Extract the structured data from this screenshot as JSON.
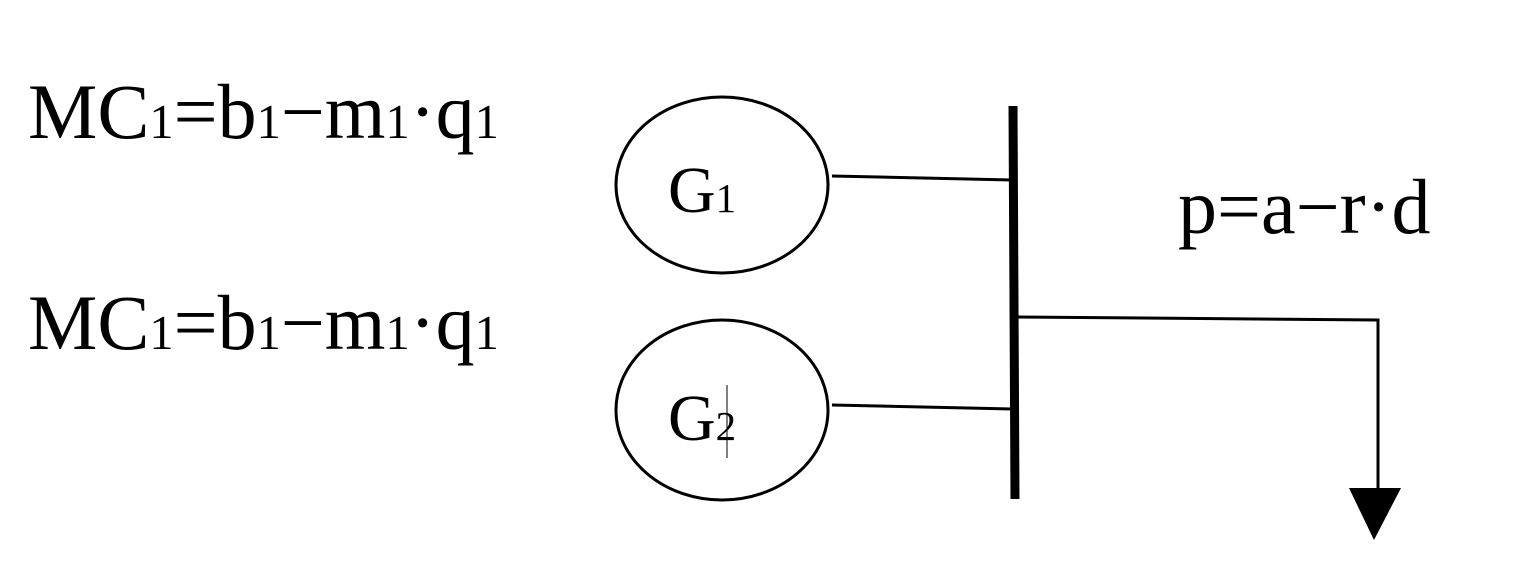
{
  "equations": {
    "mc_top": {
      "main1": "MC",
      "sub1": "1",
      "main2": "=b",
      "sub2": "1",
      "main3": "−m",
      "sub3": "1",
      "main4": "·q",
      "sub4": "1"
    },
    "mc_bottom": {
      "main1": "MC",
      "sub1": "1",
      "main2": "=b",
      "sub2": "1",
      "main3": "−m",
      "sub3": "1",
      "main4": "·q",
      "sub4": "1"
    },
    "demand": "p=a−r·d"
  },
  "generators": [
    {
      "letter": "G",
      "sub": "1"
    },
    {
      "letter": "G",
      "sub": "2"
    }
  ],
  "colors": {
    "stroke": "#000000",
    "background": "#ffffff"
  }
}
